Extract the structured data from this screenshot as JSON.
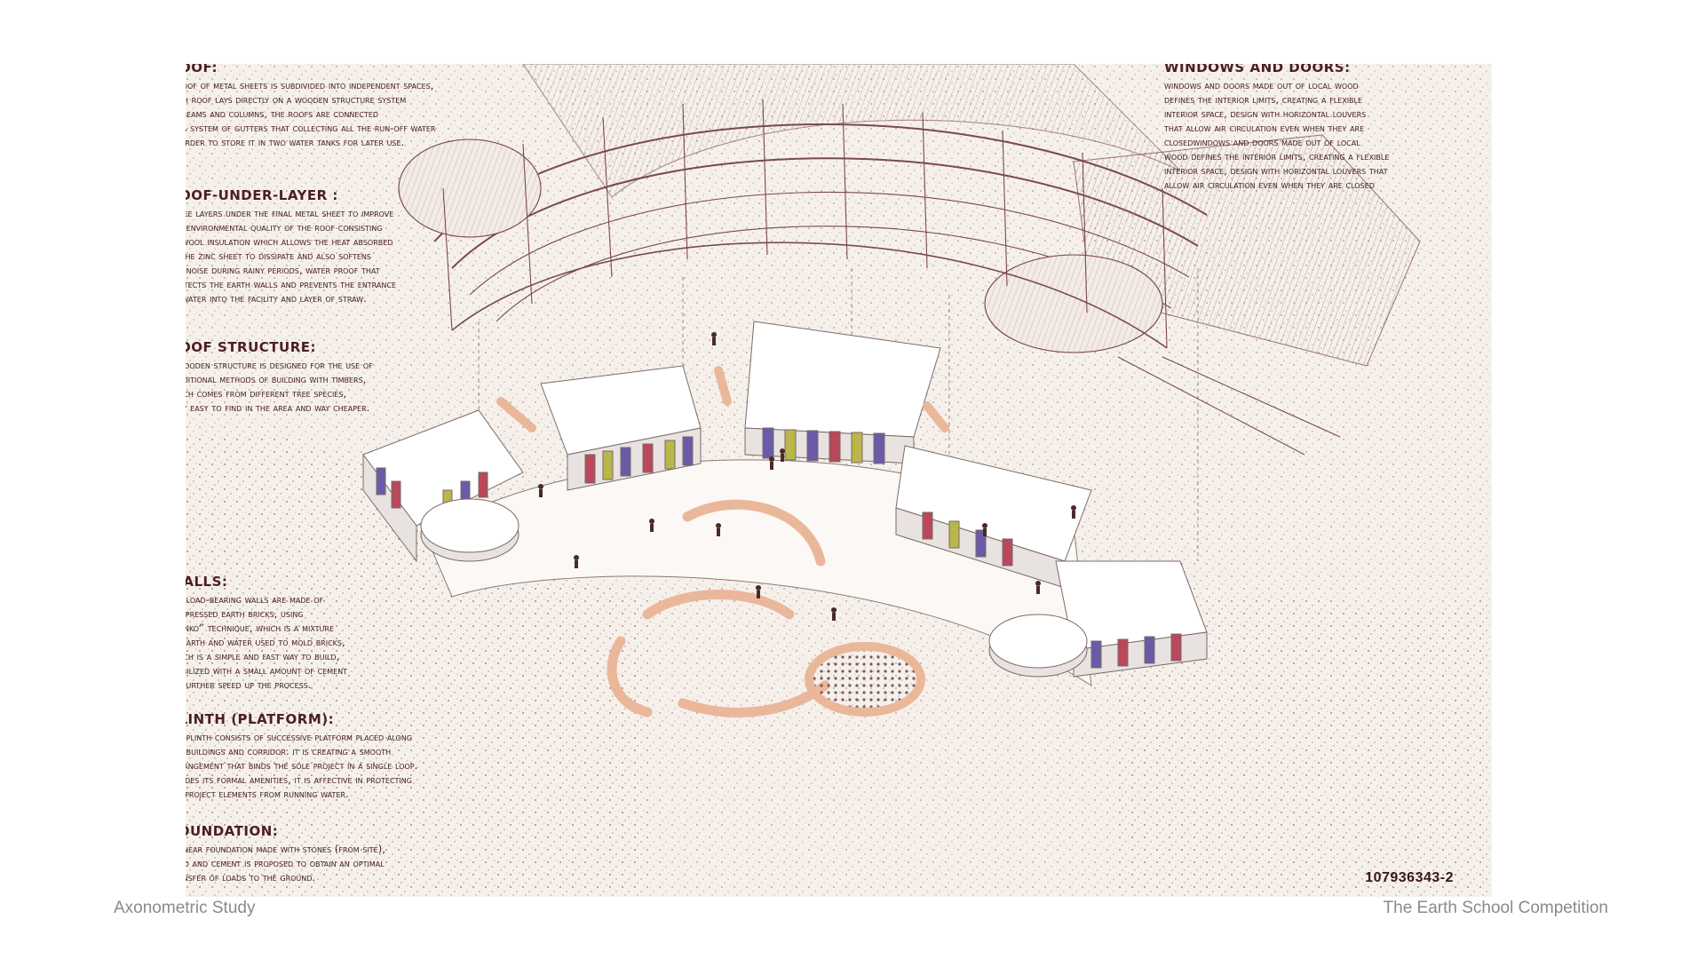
{
  "footer": {
    "left": "Axonometric Study",
    "right": "The Earth School Competition"
  },
  "board": {
    "code": "107936343-2"
  },
  "colors": {
    "ink": "#4a1f1f",
    "paper": "#f6f0eb",
    "purple": "#6a5aa8",
    "red": "#b8485a",
    "olive": "#b9b64a",
    "orange": "#d98c5e"
  },
  "annotations": {
    "roof": {
      "title": "ROOF:",
      "text": "A ROOF OF METAL SHEETS IS SUBDIVIDED INTO INDEPENDENT SPACES,\n EACH ROOF LAYS DIRECTLY ON A WOODEN STRUCTURE SYSTEM\nOF BEAMS AND COLUMNS, THE ROOFS ARE CONNECTED\nTO A SYSTEM OF GUTTERS THAT COLLECTING ALL THE RUN-OFF WATER\nIN ORDER TO STORE IT IN TWO WATER TANKS FOR LATER USE."
    },
    "roof_under_layer": {
      "title": "ROOF-UNDER-LAYER :",
      "text": "Three layers under the final metal sheet to improve\nthe environmental quality of the roof consisting\nof wool insulation which allows the heat absorbed\nby the zinc sheet to dissipate and also softens\nthe noise during rainy periods, water proof that\nprotects the earth walls and prevents the entrance\nof water into the facility and layer of straw."
    },
    "roof_structure": {
      "title": "ROOF STRUCTURE:",
      "text": "A wooden structure is designed for the use of\ntraditional methods of building with timbers,\nwhich comes from different tree species,\nvery easy to find in the area and way cheaper."
    },
    "walls": {
      "title": "WALLS:",
      "text": "The load-bearing walls are made of\nCompressed Earth Bricks, using\n“banko” technique, which is a mixture\nof earth and water used to mold bricks,\nwhich is a simple and fast way to build,\nstabilized with a small amount of cement\nto further speed up the process."
    },
    "plinth": {
      "title": "PLINTH (PLATFORM):",
      "text": "The plinth consists of successive platform placed along\nthe buildings and corridor. It is creating a smooth\narrangement that binds the sole project in a single loop.\nBesides its formal amenities, it is affective in protecting\nall project elements from running water."
    },
    "foundation": {
      "title": "FOUNDATION:",
      "text": "A linear foundation made with stones (from site),\nsand and cement is proposed to obtain an optimal\ntransfer of loads to the ground."
    },
    "windows_doors": {
      "title": "WINDOWS AND DOORS:",
      "text": "Windows and doors made out of local wood\n defines the interior limits, creating a flexible\ninterior space, design with horizontal louvers\nthat allow air circulation even when they are\n closedWindows and doors made out of local\nwood defines the interior limits, creating a flexible\n interior space, design with horizontal louvers that\nallow air circulation even when they are closed"
    }
  }
}
